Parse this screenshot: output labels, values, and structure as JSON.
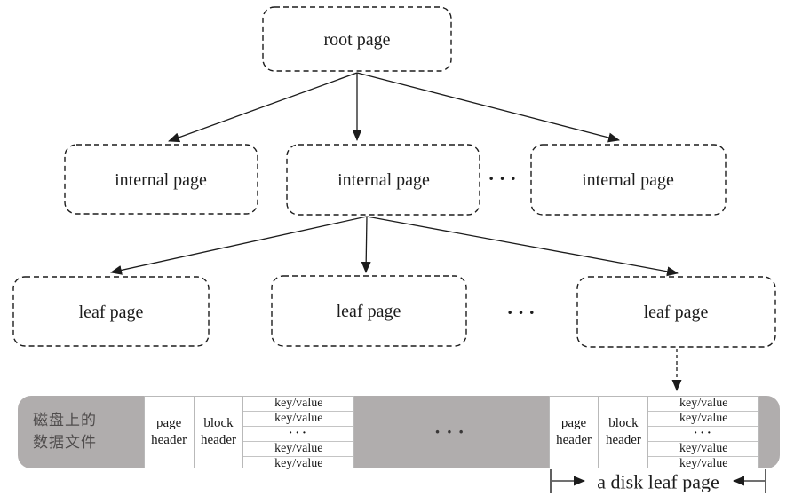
{
  "diagram": {
    "root_label": "root page",
    "internal_pages": [
      "internal page",
      "internal page",
      "internal page"
    ],
    "internal_ellipsis": "···",
    "leaf_pages": [
      "leaf page",
      "leaf page",
      "leaf page"
    ],
    "leaf_ellipsis": "···",
    "disk_strip": {
      "disk_label_line1": "磁盘上的",
      "disk_label_line2": "数据文件",
      "page_header": "page header",
      "block_header": "block header",
      "kv_rows": [
        "key/value",
        "key/value",
        "···",
        "key/value",
        "key/value"
      ],
      "middle_ellipsis": "···"
    },
    "measure_label": "a disk leaf page"
  },
  "colors": {
    "line": "#1c1c1c",
    "gray_block": "#b0adad",
    "gray_block_text": "#4f4c4c",
    "cell_border": "#b9b9b9",
    "background": "#ffffff"
  }
}
